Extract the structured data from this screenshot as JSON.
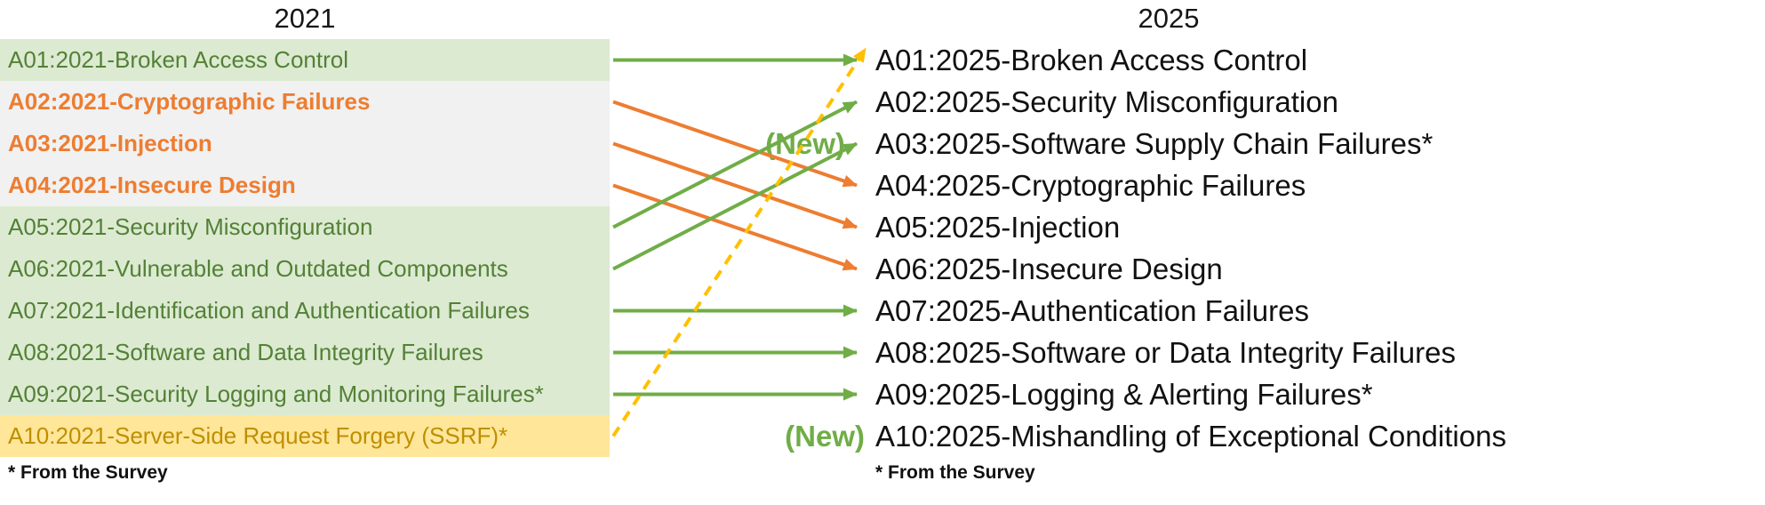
{
  "colors": {
    "green_text": "#538135",
    "green_bg": "#dcead2",
    "orange_text": "#ed7d31",
    "gray_bg": "#f1f1f1",
    "gold_text": "#bf8f00",
    "gold_bg": "#ffe699",
    "arrow_green": "#70ad47",
    "arrow_orange": "#ed7d31",
    "arrow_gold": "#ffc000",
    "new_label_green": "#70ad47",
    "right_text": "#111111"
  },
  "left": {
    "title": "2021",
    "footnote": "* From the Survey",
    "items": [
      {
        "id": "A01:2021",
        "label": "A01:2021-Broken Access Control",
        "style": "green"
      },
      {
        "id": "A02:2021",
        "label": "A02:2021-Cryptographic Failures",
        "style": "orange"
      },
      {
        "id": "A03:2021",
        "label": "A03:2021-Injection",
        "style": "orange"
      },
      {
        "id": "A04:2021",
        "label": "A04:2021-Insecure Design",
        "style": "orange"
      },
      {
        "id": "A05:2021",
        "label": "A05:2021-Security Misconfiguration",
        "style": "green"
      },
      {
        "id": "A06:2021",
        "label": "A06:2021-Vulnerable and Outdated Components",
        "style": "green"
      },
      {
        "id": "A07:2021",
        "label": "A07:2021-Identification and Authentication Failures",
        "style": "green"
      },
      {
        "id": "A08:2021",
        "label": "A08:2021-Software and Data Integrity Failures",
        "style": "green"
      },
      {
        "id": "A09:2021",
        "label": "A09:2021-Security Logging and Monitoring Failures*",
        "style": "green"
      },
      {
        "id": "A10:2021",
        "label": "A10:2021-Server-Side Request Forgery (SSRF)*",
        "style": "gold"
      }
    ]
  },
  "right": {
    "title": "2025",
    "footnote": "* From the Survey",
    "new_label": "(New)",
    "items": [
      {
        "id": "A01:2025",
        "label": "A01:2025-Broken Access Control",
        "new": false
      },
      {
        "id": "A02:2025",
        "label": "A02:2025-Security Misconfiguration",
        "new": false
      },
      {
        "id": "A03:2025",
        "label": "A03:2025-Software Supply Chain Failures*",
        "new": true
      },
      {
        "id": "A04:2025",
        "label": "A04:2025-Cryptographic Failures",
        "new": false
      },
      {
        "id": "A05:2025",
        "label": "A05:2025-Injection",
        "new": false
      },
      {
        "id": "A06:2025",
        "label": "A06:2025-Insecure Design",
        "new": false
      },
      {
        "id": "A07:2025",
        "label": "A07:2025-Authentication Failures",
        "new": false
      },
      {
        "id": "A08:2025",
        "label": "A08:2025-Software or Data Integrity Failures",
        "new": false
      },
      {
        "id": "A09:2025",
        "label": "A09:2025-Logging & Alerting Failures*",
        "new": false
      },
      {
        "id": "A10:2025",
        "label": "A10:2025-Mishandling of Exceptional Conditions",
        "new": true
      }
    ]
  },
  "arrows": [
    {
      "from": "A01:2021",
      "to": "A01:2025",
      "from_row": 1,
      "to_row": 1,
      "color": "green",
      "dashed": false
    },
    {
      "from": "A02:2021",
      "to": "A04:2025",
      "from_row": 2,
      "to_row": 4,
      "color": "orange",
      "dashed": false
    },
    {
      "from": "A03:2021",
      "to": "A05:2025",
      "from_row": 3,
      "to_row": 5,
      "color": "orange",
      "dashed": false
    },
    {
      "from": "A04:2021",
      "to": "A06:2025",
      "from_row": 4,
      "to_row": 6,
      "color": "orange",
      "dashed": false
    },
    {
      "from": "A05:2021",
      "to": "A02:2025",
      "from_row": 5,
      "to_row": 2,
      "color": "green",
      "dashed": false
    },
    {
      "from": "A06:2021",
      "to": "A03:2025",
      "from_row": 6,
      "to_row": 3,
      "color": "green",
      "dashed": false
    },
    {
      "from": "A07:2021",
      "to": "A07:2025",
      "from_row": 7,
      "to_row": 7,
      "color": "green",
      "dashed": false
    },
    {
      "from": "A08:2021",
      "to": "A08:2025",
      "from_row": 8,
      "to_row": 8,
      "color": "green",
      "dashed": false
    },
    {
      "from": "A09:2021",
      "to": "A09:2025",
      "from_row": 9,
      "to_row": 9,
      "color": "green",
      "dashed": false
    },
    {
      "from": "A10:2021",
      "to": "A01:2025",
      "from_row": 10,
      "to_row": 1,
      "color": "gold",
      "dashed": true
    }
  ]
}
